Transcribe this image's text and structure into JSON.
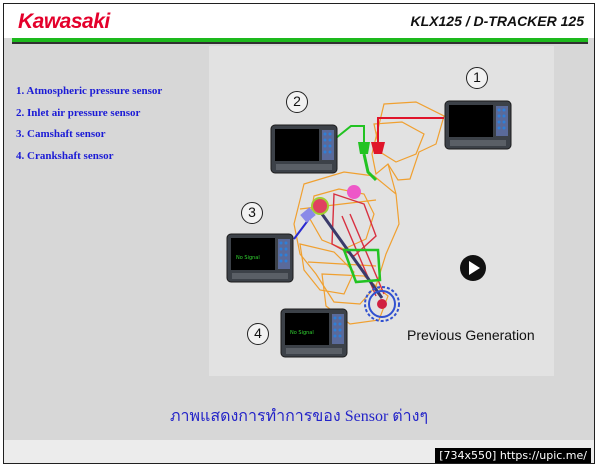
{
  "header": {
    "brand": "Kawasaki",
    "model": "KLX125 / D-TRACKER 125"
  },
  "sensors": [
    "1. Atmospheric pressure sensor",
    "2. Inlet air pressure sensor",
    "3. Camshaft sensor",
    "4. Crankshaft sensor"
  ],
  "monitors": [
    {
      "number": "1",
      "screen_text": ""
    },
    {
      "number": "2",
      "screen_text": ""
    },
    {
      "number": "3",
      "screen_text": "No Signal"
    },
    {
      "number": "4",
      "screen_text": "No Signal"
    }
  ],
  "diagram": {
    "previous_generation": "Previous Generation"
  },
  "caption": "ภาพแสดงการทำการของ Sensor ต่างๆ",
  "footer": {
    "badge": "[734x550] https://upic.me/"
  },
  "colors": {
    "brand": "#e4002b",
    "accent_green": "#1db91d",
    "list_text": "#1b1bd6",
    "wire_red": "#e0142a",
    "wire_green": "#22c322",
    "wire_blue": "#2a2ad0",
    "engine_orange": "#f0a030"
  },
  "icons": [
    "play-icon"
  ]
}
